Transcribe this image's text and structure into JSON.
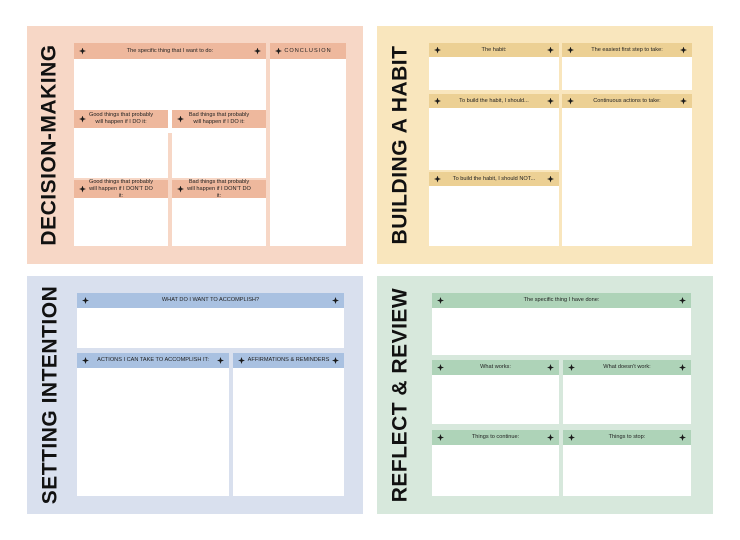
{
  "colors": {
    "decision_bg": "#f7d7c6",
    "decision_header": "#eeb89d",
    "habit_bg": "#f9e6bd",
    "habit_header": "#ecd094",
    "intention_bg": "#d9e0ee",
    "intention_header": "#a9c1e1",
    "reflect_bg": "#d7e8dc",
    "reflect_header": "#aed3b8"
  },
  "icons": {
    "header_marker": "four-point-sparkle-icon"
  },
  "decision": {
    "title": "DECISION-MAKING",
    "specific_thing": "The specific thing that I want to do:",
    "conclusion": "CONCLUSION",
    "good_if_do": "Good things that probably will happen if I DO it:",
    "bad_if_do": "Bad things that probably will happen if I DO it:",
    "good_if_dont": "Good things that probably will happen if I DON'T DO it:",
    "bad_if_dont": "Bad things that probably will happen if I DON'T DO it:"
  },
  "habit": {
    "title": "BUILDING A HABIT",
    "the_habit": "The habit:",
    "easiest_first_step": "The easiest first step to take:",
    "should": "To build the habit, I should...",
    "continuous_actions": "Continuous actions to take:",
    "should_not": "To build the habit, I should NOT..."
  },
  "intention": {
    "title": "SETTING INTENTION",
    "accomplish": "WHAT DO I WANT TO ACCOMPLISH?",
    "actions": "ACTIONS I CAN TAKE TO ACCOMPLISH IT:",
    "affirmations": "AFFIRMATIONS & REMINDERS"
  },
  "reflect": {
    "title": "REFLECT & REVIEW",
    "specific_done": "The specific thing I have done:",
    "what_works": "What works:",
    "what_doesnt": "What doesn't work:",
    "continue": "Things to continue:",
    "stop": "Things to stop:"
  }
}
